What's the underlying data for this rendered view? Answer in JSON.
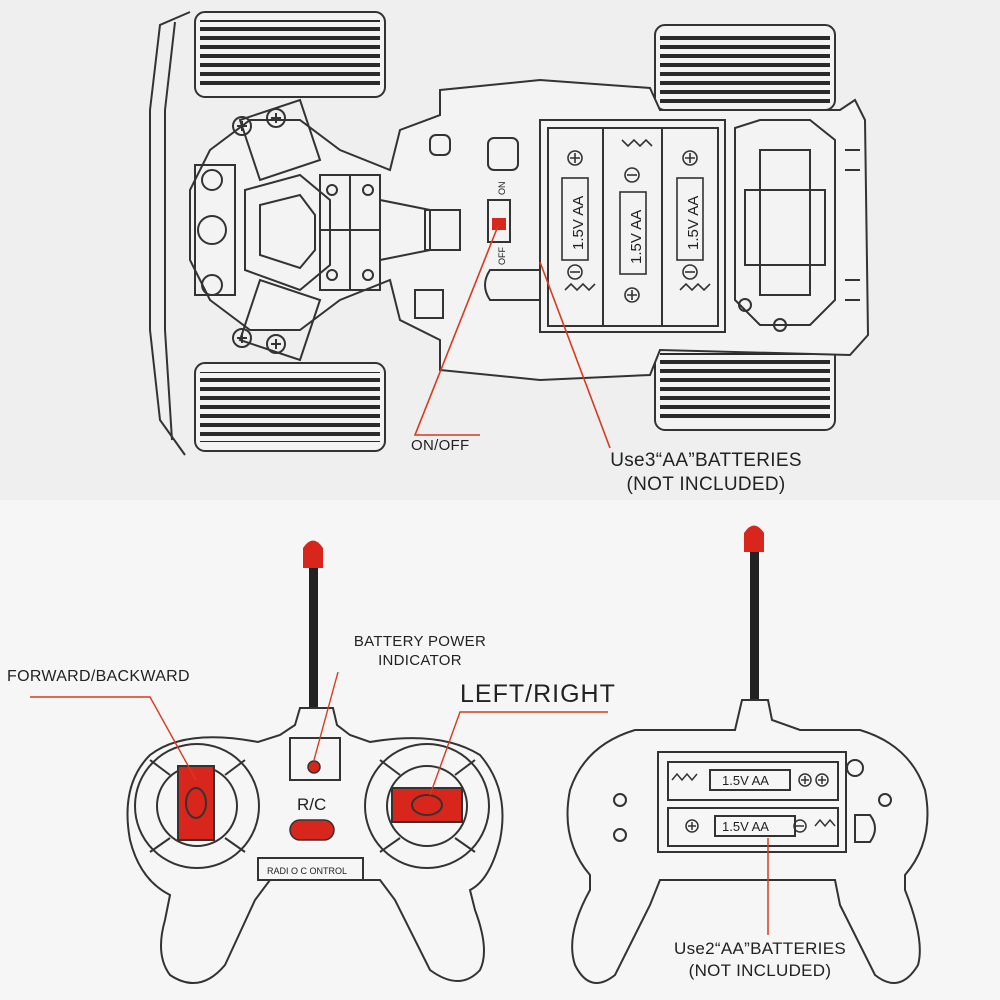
{
  "car": {
    "switch_on": "ON",
    "switch_off": "OFF",
    "battery_labels": [
      "1.5V AA",
      "1.5V AA",
      "1.5V AA"
    ],
    "on_off_label": "ON/OFF",
    "battery_note_line1": "Use3“AA”BATTERIES",
    "battery_note_line2": "(NOT INCLUDED)"
  },
  "remote_front": {
    "forward_backward_label": "FORWARD/BACKWARD",
    "battery_indicator_line1": "BATTERY POWER",
    "battery_indicator_line2": "INDICATOR",
    "left_right_label": "LEFT/RIGHT",
    "brand_label": "R/C",
    "panel_text": "RADI O C ONTROL"
  },
  "remote_back": {
    "battery_labels": [
      "1.5V AA",
      "1.5V AA"
    ],
    "battery_note_line1": "Use2“AA”BATTERIES",
    "battery_note_line2": "(NOT INCLUDED)"
  },
  "colors": {
    "accent_red": "#d9261c",
    "leader_line": "#d83a1e",
    "outline": "#333333",
    "background": "#f3f3f3"
  }
}
